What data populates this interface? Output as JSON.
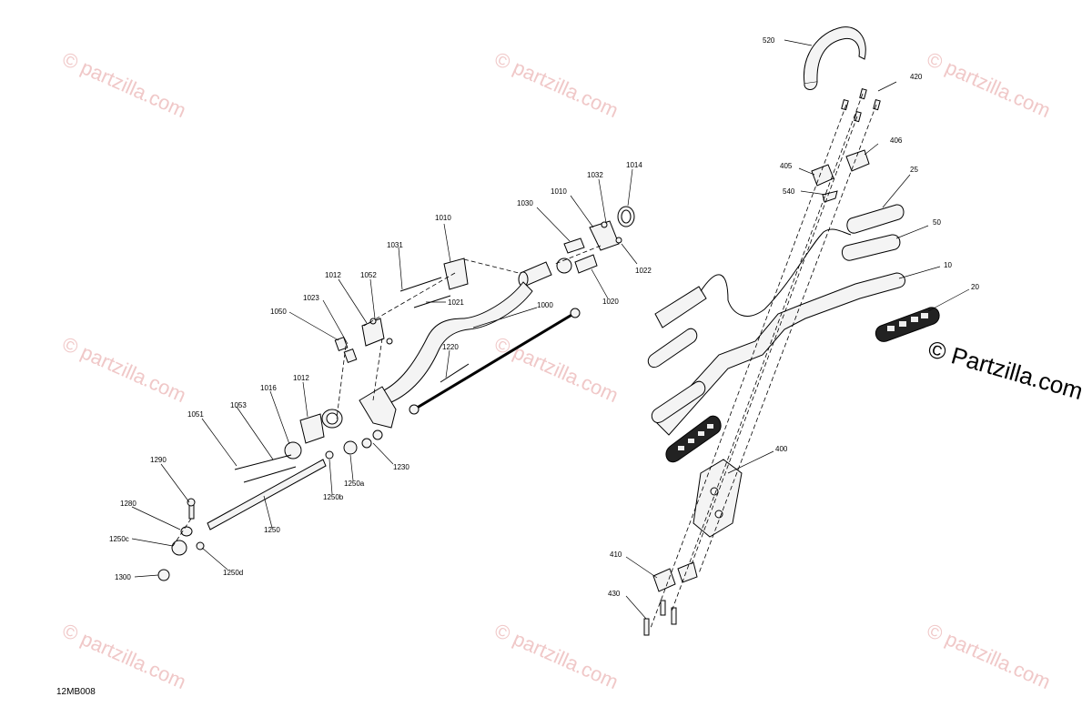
{
  "diagram_code": "12MB008",
  "brand_mark": "© Partzilla.com",
  "watermark_text": "© partzilla.com",
  "labels": {
    "l520": "520",
    "l420": "420",
    "l406": "406",
    "l405": "405",
    "l540": "540",
    "l25": "25",
    "l50": "50",
    "l10": "10",
    "l20": "20",
    "l400": "400",
    "l410": "410",
    "l430": "430",
    "l1014": "1014",
    "l1032": "1032",
    "l1010a": "1010",
    "l1030": "1030",
    "l1010b": "1010",
    "l1031": "1031",
    "l1022": "1022",
    "l1020": "1020",
    "l1021": "1021",
    "l1000": "1000",
    "l1012a": "1012",
    "l1052": "1052",
    "l1023": "1023",
    "l1050": "1050",
    "l1220": "1220",
    "l1012b": "1012",
    "l1016": "1016",
    "l1053": "1053",
    "l1051": "1051",
    "l1230": "1230",
    "l1250a": "1250a",
    "l1250b": "1250b",
    "l1290": "1290",
    "l1280": "1280",
    "l1250": "1250",
    "l1250c": "1250c",
    "l1250d": "1250d",
    "l1300": "1300"
  },
  "colors": {
    "line": "#000000",
    "part_fill": "#f4f4f4",
    "part_dark": "#555555",
    "watermark": "#f0c8c8"
  }
}
